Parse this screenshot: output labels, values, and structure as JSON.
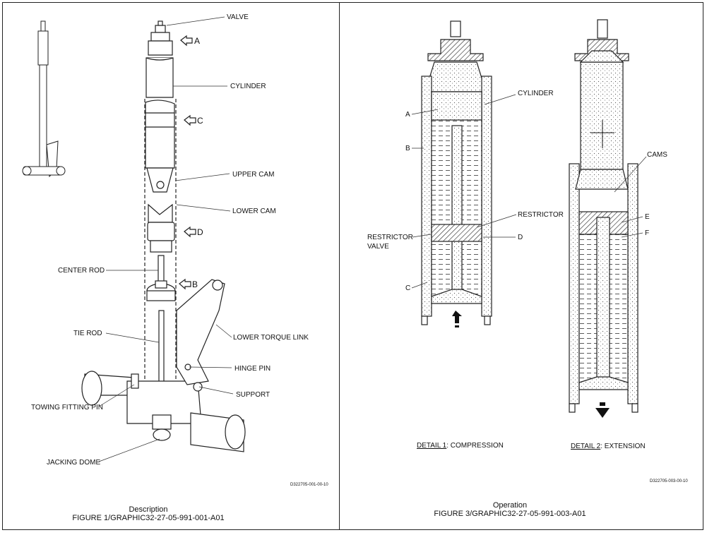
{
  "left_panel": {
    "labels": {
      "valve": "VALVE",
      "a": "A",
      "cylinder": "CYLINDER",
      "c": "C",
      "upper_cam": "UPPER CAM",
      "lower_cam": "LOWER CAM",
      "d": "D",
      "center_rod": "CENTER ROD",
      "b": "B",
      "tie_rod": "TIE ROD",
      "lower_torque_link": "LOWER TORQUE LINK",
      "hinge_pin": "HINGE PIN",
      "support": "SUPPORT",
      "towing_fitting_pin": "TOWING FITTING PIN",
      "jacking_dome": "JACKING DOME"
    },
    "drawing_id": "D322705-001-00-10",
    "caption_title": "Description",
    "caption_figure": "FIGURE  1/GRAPHIC32-27-05-991-001-A01"
  },
  "right_panel": {
    "labels": {
      "cylinder": "CYLINDER",
      "a": "A",
      "b": "B",
      "restrictor": "RESTRICTOR",
      "restrictor_valve_1": "RESTRICTOR",
      "restrictor_valve_2": "VALVE",
      "d": "D",
      "c": "C",
      "cams": "CAMS",
      "e": "E",
      "f": "F"
    },
    "detail1_prefix": "DETAIL 1",
    "detail1_text": ": COMPRESSION",
    "detail2_prefix": "DETAIL 2",
    "detail2_text": ": EXTENSION",
    "drawing_id": "D322705-003-00-10",
    "caption_title": "Operation",
    "caption_figure": "FIGURE  3/GRAPHIC32-27-05-991-003-A01"
  }
}
